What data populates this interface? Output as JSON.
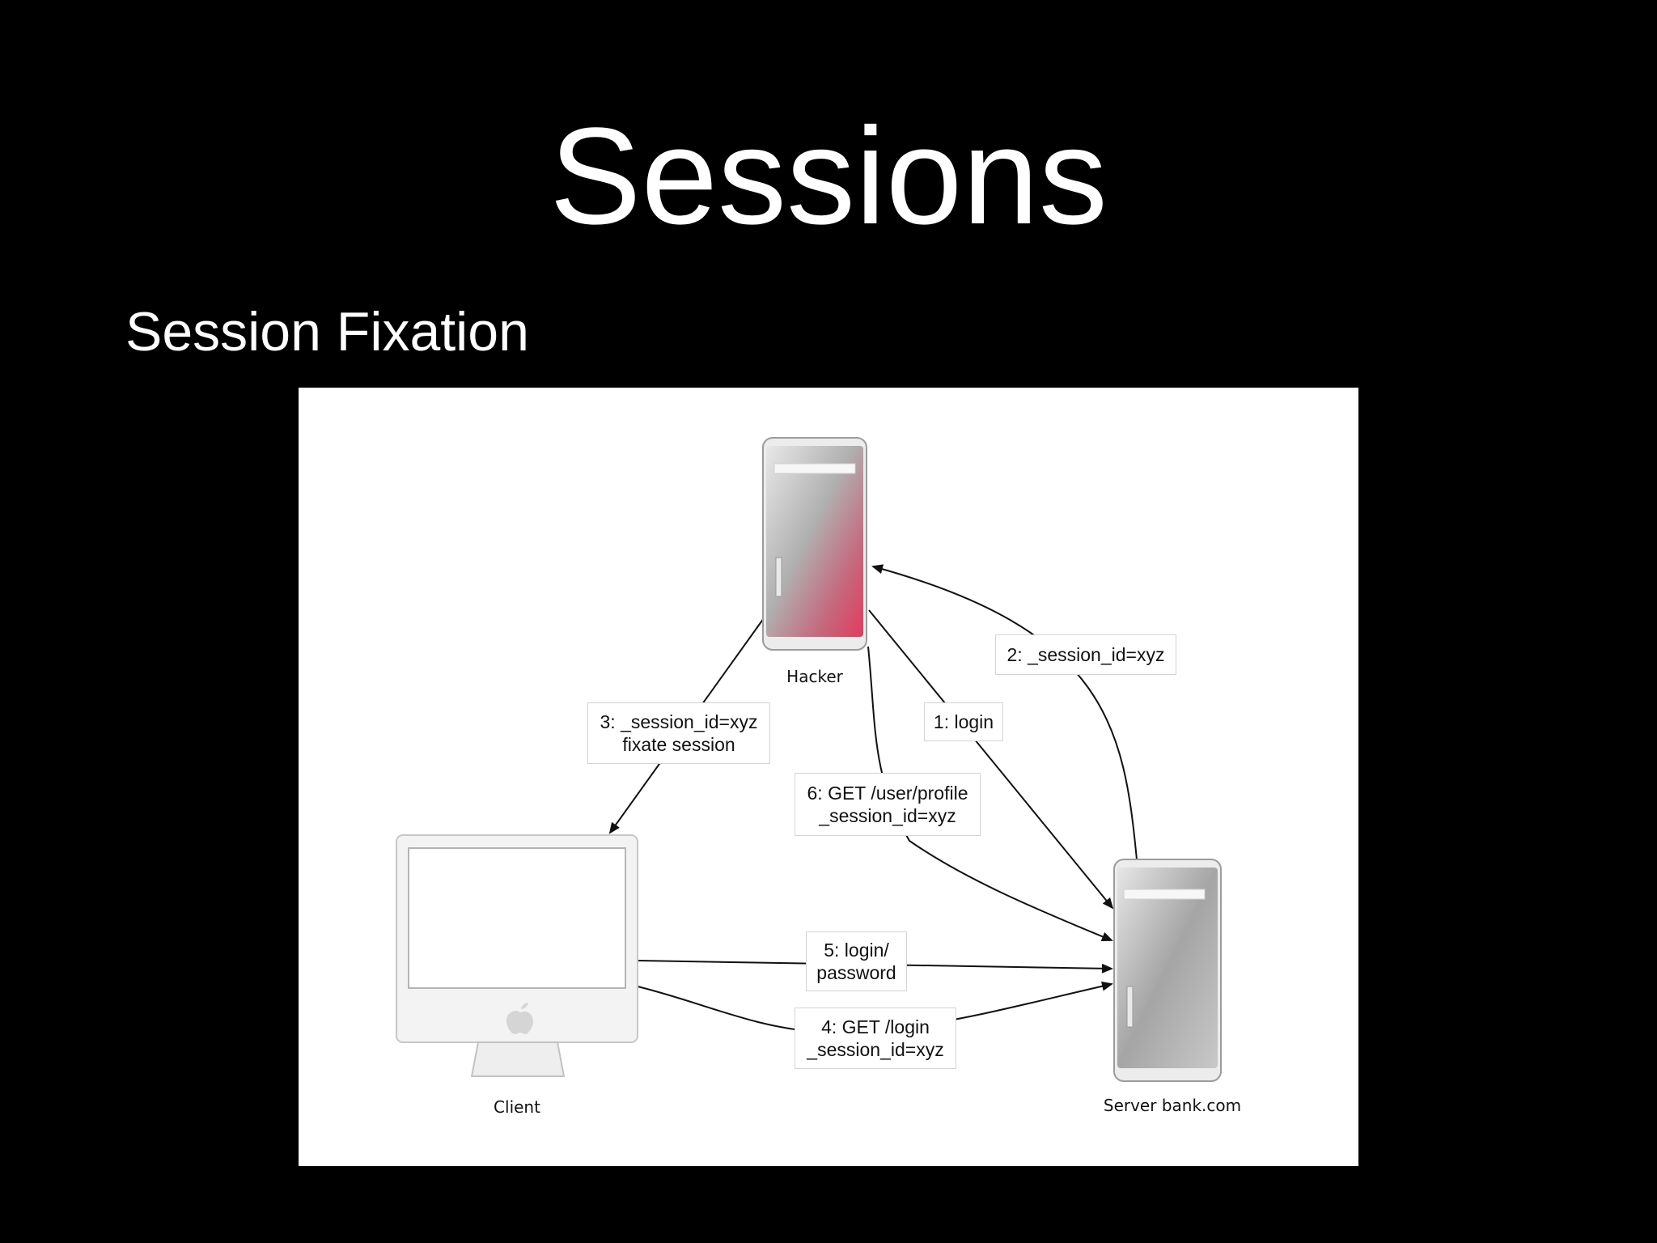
{
  "slide": {
    "title": "Sessions",
    "subtitle": "Session Fixation"
  },
  "diagram": {
    "nodes": {
      "hacker": "Hacker",
      "client": "Client",
      "server": "Server bank.com"
    },
    "edges": {
      "e1": "1: login",
      "e2": "2: _session_id=xyz",
      "e3_line1": "3: _session_id=xyz",
      "e3_line2": "fixate session",
      "e4_line1": "4: GET /login",
      "e4_line2": "_session_id=xyz",
      "e5_line1": "5: login/",
      "e5_line2": "password",
      "e6_line1": "6: GET /user/profile",
      "e6_line2": "_session_id=xyz"
    },
    "colors": {
      "hacker_accent": "#d5455f",
      "server_gray": "#a9a9a9",
      "arrow": "#111111"
    },
    "icons": [
      "hacker-tower-icon",
      "client-imac-icon",
      "apple-logo-icon",
      "server-tower-icon"
    ]
  }
}
